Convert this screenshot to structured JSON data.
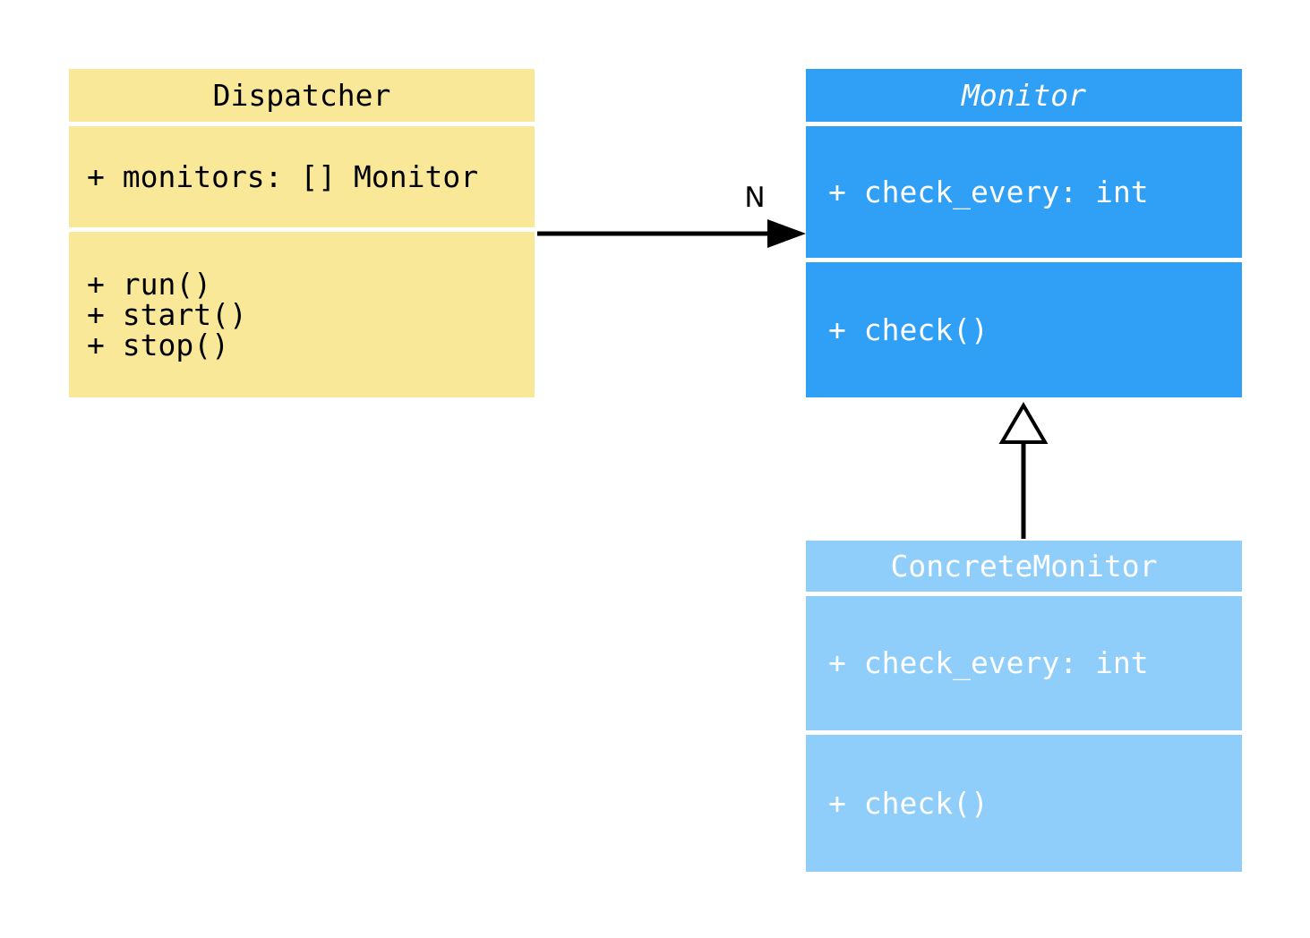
{
  "diagram": {
    "type": "uml-class-diagram",
    "background_color": "#FFFFFF",
    "line_color": "#000000",
    "classes": [
      {
        "name": "Dispatcher",
        "abstract": false,
        "fill": "#FAE899",
        "text_color": "#000000",
        "attributes": [
          "+ monitors: [] Monitor"
        ],
        "methods": [
          "+ run()",
          "+ start()",
          "+ stop()"
        ]
      },
      {
        "name": "Monitor",
        "abstract": true,
        "fill": "#2FA0F5",
        "text_color": "#FFFFFF",
        "attributes": [
          "+ check_every: int"
        ],
        "methods": [
          "+ check()"
        ]
      },
      {
        "name": "ConcreteMonitor",
        "abstract": false,
        "fill": "#8FCDFA",
        "text_color": "#FFFFFF",
        "attributes": [
          "+ check_every: int"
        ],
        "methods": [
          "+ check()"
        ]
      }
    ],
    "relationships": [
      {
        "type": "association",
        "from": "Dispatcher",
        "to": "Monitor",
        "label": "N",
        "arrowhead": "filled-triangle"
      },
      {
        "type": "generalization",
        "from": "ConcreteMonitor",
        "to": "Monitor",
        "arrowhead": "hollow-triangle"
      }
    ]
  }
}
